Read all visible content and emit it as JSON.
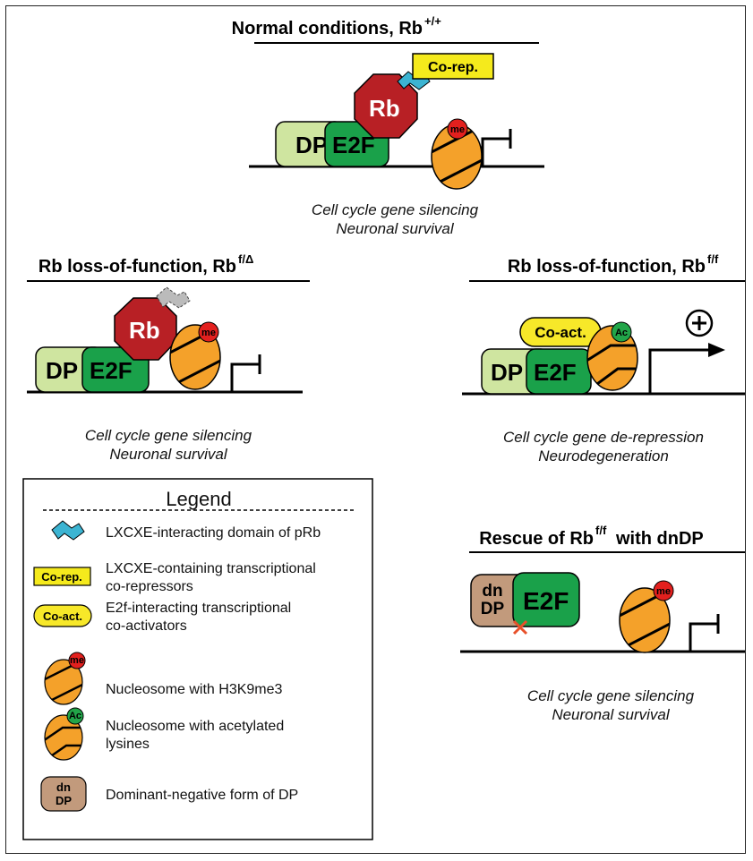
{
  "panels": {
    "normal": {
      "title": "Normal conditions, Rb",
      "title_sup": "+/+",
      "caption_line1": "Cell cycle gene silencing",
      "caption_line2": "Neuronal survival"
    },
    "lof_delta": {
      "title": "Rb loss-of-function, Rb",
      "title_sup": "f/Δ",
      "caption_line1": "Cell cycle gene silencing",
      "caption_line2": "Neuronal survival"
    },
    "lof_ff": {
      "title": "Rb loss-of-function, Rb",
      "title_sup": "f/f",
      "caption_line1": "Cell cycle gene de-repression",
      "caption_line2": "Neurodegeneration"
    },
    "rescue": {
      "title_prefix": "Rescue of Rb",
      "title_sup": "f/f",
      "title_suffix": "with dnDP",
      "caption_line1": "Cell cycle gene silencing",
      "caption_line2": "Neuronal survival"
    }
  },
  "labels": {
    "dp": "DP",
    "e2f": "E2F",
    "rb": "Rb",
    "corep": "Co-rep.",
    "coact": "Co-act.",
    "me": "me",
    "ac": "Ac",
    "dn": "dn",
    "plus": "+"
  },
  "legend": {
    "title": "Legend",
    "items": [
      {
        "icon": "lxcxe-domain-icon",
        "text_line1": "LXCXE-interacting domain of pRb",
        "text_line2": ""
      },
      {
        "icon": "corep-icon",
        "text_line1": "LXCXE-containing transcriptional",
        "text_line2": "co-repressors"
      },
      {
        "icon": "coact-icon",
        "text_line1": "E2f-interacting transcriptional",
        "text_line2": "co-activators"
      },
      {
        "icon": "nucleosome-me-icon",
        "text_line1": "Nucleosome with H3K9me3",
        "text_line2": ""
      },
      {
        "icon": "nucleosome-ac-icon",
        "text_line1": "Nucleosome with acetylated",
        "text_line2": "lysines"
      },
      {
        "icon": "dndp-icon",
        "text_line1": "Dominant-negative form of DP",
        "text_line2": ""
      }
    ]
  },
  "colors": {
    "dp_light_green": "#cfe5a0",
    "e2f_green": "#1aa14a",
    "rb_red": "#b82025",
    "corep_yellow": "#f5ea1c",
    "coact_yellow": "#f7e829",
    "nucleosome_orange": "#f4a12a",
    "me_red": "#e3201e",
    "ac_green": "#22a549",
    "lxcxe_cyan": "#3cb4d2",
    "dndp_brown": "#c29a7c",
    "x_red": "#e8502a"
  }
}
